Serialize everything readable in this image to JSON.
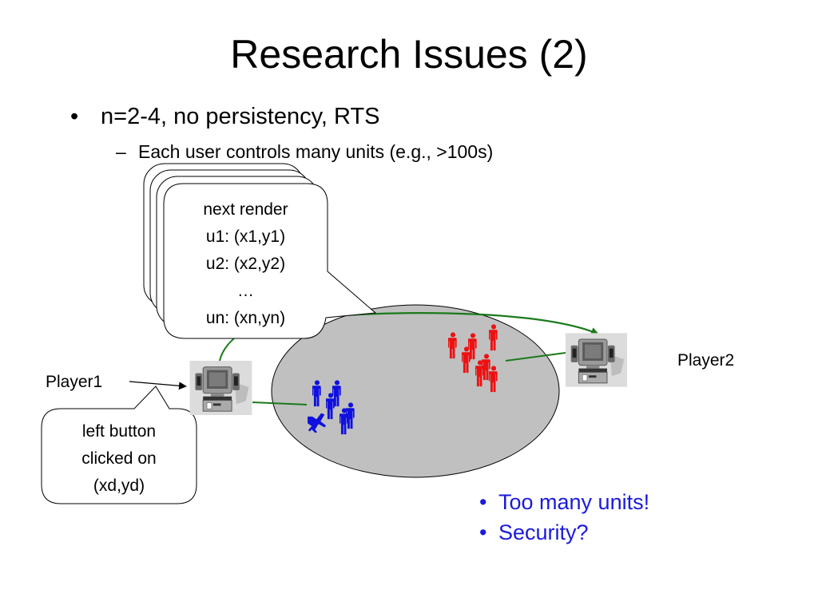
{
  "slide": {
    "title": "Research Issues (2)",
    "bullets": [
      {
        "marker": "•",
        "text": "n=2-4, no persistency, RTS"
      },
      {
        "marker": "–",
        "text": "Each user controls many units (e.g., >100s)"
      }
    ]
  },
  "diagram": {
    "render_callout": {
      "lines": [
        "next render",
        "u1: (x1,y1)",
        "u2: (x2,y2)",
        "…",
        "un: (xn,yn)"
      ],
      "stack_count": 4
    },
    "click_callout": {
      "lines": [
        "left button",
        "clicked on",
        "(xd,yd)"
      ]
    },
    "players": [
      {
        "label": "Player1",
        "icon": "computer-icon",
        "unit_color": "#1010e0"
      },
      {
        "label": "Player2",
        "icon": "computer-icon",
        "unit_color": "#ee1111"
      }
    ],
    "game_world": {
      "fill": "#c0c0c0",
      "icon": "game-map-ellipse"
    },
    "player1_units": {
      "soldiers": 6,
      "planes": 1,
      "icons": [
        "person-icon",
        "airplane-icon"
      ]
    },
    "player2_units": {
      "soldiers": 8,
      "icons": [
        "person-icon"
      ]
    },
    "link_color": "#1a7a1a"
  },
  "conclusions": [
    {
      "marker": "•",
      "text": "Too many units!"
    },
    {
      "marker": "•",
      "text": "Security?"
    }
  ],
  "colors": {
    "conclusion_text": "#1a1adc",
    "world_fill": "#c0c0c0",
    "links": "#1a7a1a"
  }
}
